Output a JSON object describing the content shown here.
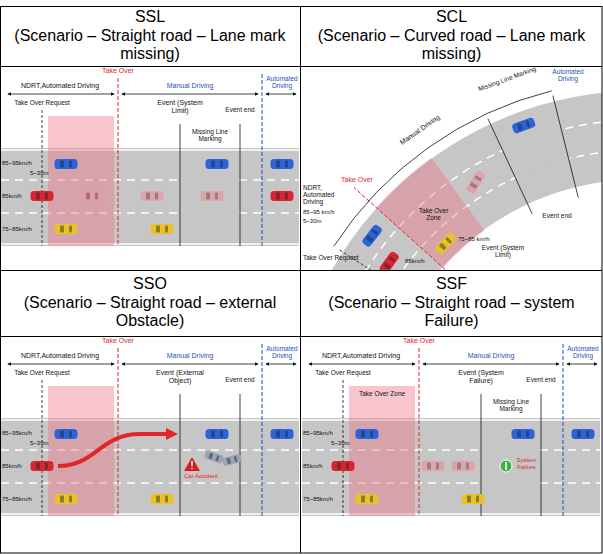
{
  "diagram": {
    "nodes": [
      {
        "text": [
          "SSL",
          "(Scenario – Straight road – Lane mark missing)"
        ]
      },
      {
        "text": [
          "SCL",
          "(Scenario – Curved road – Lane mark missing)"
        ]
      },
      {
        "text": [
          "SSO",
          "(Scenario – Straight road – external Obstacle)"
        ]
      },
      {
        "text": [
          "SSF",
          "(Scenario – Straight road – system Failure)"
        ]
      }
    ],
    "labels": [
      "NDRT,Automated Driving",
      "Take Over",
      "Manual Driving",
      "Automated Driving",
      "Take Over Request",
      "Event (System Limit)",
      "Event end",
      "Missing Line Marking",
      "85~95km/h",
      "5~30m",
      "85km/h",
      "75~85km/h",
      "Automated Driving",
      "Manual Driving",
      "Missing Line Marking",
      "Take Over",
      "NDRT, Automated Driving",
      "Take Over Zone",
      "Event (System Limit)",
      "Event end",
      "Take Over Request",
      "85~95 km/h",
      "5~30m",
      "85km/h",
      "75~85 km/h",
      "NDRT,Automated Driving",
      "Take Over",
      "Manual Driving",
      "Automated Driving",
      "Take Over Request",
      "Event (External Object)",
      "Event end",
      "Car Accident",
      "85~95km/h",
      "5~30m",
      "85km/h",
      "75~85km/h",
      "NDRT,Automated Driving",
      "Take Over",
      "Manual Driving",
      "Automated Driving",
      "Take Over Request",
      "Take Over Zone",
      "Event (System Failure)",
      "Missing Line Marking",
      "Event end",
      "System Failure",
      "85~95km/h",
      "5~30m",
      "85km/h",
      "75~85km/h"
    ]
  }
}
